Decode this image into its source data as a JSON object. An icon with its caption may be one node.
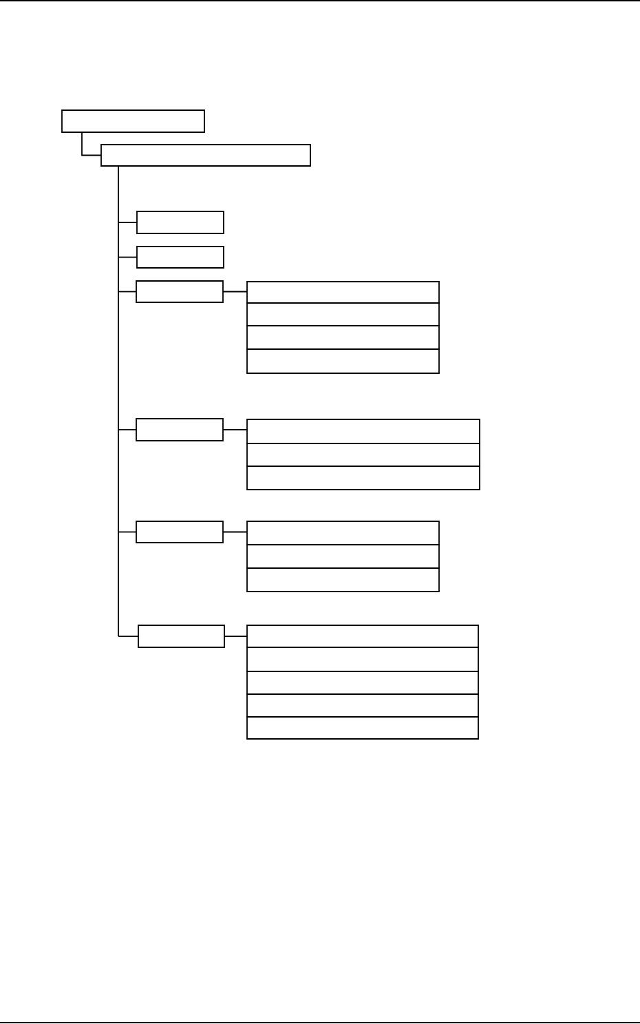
{
  "diagram": {
    "nodes": [
      {
        "text": [],
        "shape": "box"
      },
      {
        "text": [],
        "shape": "box"
      },
      {
        "text": [],
        "shape": "box"
      },
      {
        "text": [],
        "shape": "box"
      },
      {
        "text": [],
        "shape": "box"
      },
      {
        "text": [],
        "shape": "box"
      },
      {
        "text": [],
        "shape": "box"
      },
      {
        "text": [],
        "shape": "box"
      },
      {
        "text": [],
        "shape": "box"
      },
      {
        "text": [],
        "shape": "box"
      },
      {
        "text": [],
        "shape": "box"
      },
      {
        "text": [],
        "shape": "box"
      },
      {
        "text": [],
        "shape": "box"
      },
      {
        "text": [],
        "shape": "box"
      },
      {
        "text": [],
        "shape": "box"
      },
      {
        "text": [],
        "shape": "box"
      },
      {
        "text": [],
        "shape": "box"
      },
      {
        "text": [],
        "shape": "box"
      },
      {
        "text": [],
        "shape": "box"
      },
      {
        "text": [],
        "shape": "box"
      },
      {
        "text": [],
        "shape": "box"
      },
      {
        "text": [],
        "shape": "box"
      },
      {
        "text": [],
        "shape": "box"
      }
    ],
    "edges": [
      {
        "from": 0,
        "to": 1,
        "arrow": "none"
      },
      {
        "from": 1,
        "to": 2,
        "arrow": "none"
      },
      {
        "from": 1,
        "to": 3,
        "arrow": "none"
      },
      {
        "from": 1,
        "to": 4,
        "arrow": "none"
      },
      {
        "from": 1,
        "to": 9,
        "arrow": "none"
      },
      {
        "from": 1,
        "to": 13,
        "arrow": "none"
      },
      {
        "from": 1,
        "to": 17,
        "arrow": "none"
      },
      {
        "from": 4,
        "to": 5,
        "arrow": "none"
      },
      {
        "from": 9,
        "to": 10,
        "arrow": "none"
      },
      {
        "from": 13,
        "to": 14,
        "arrow": "none"
      },
      {
        "from": 17,
        "to": 18,
        "arrow": "none"
      }
    ]
  }
}
